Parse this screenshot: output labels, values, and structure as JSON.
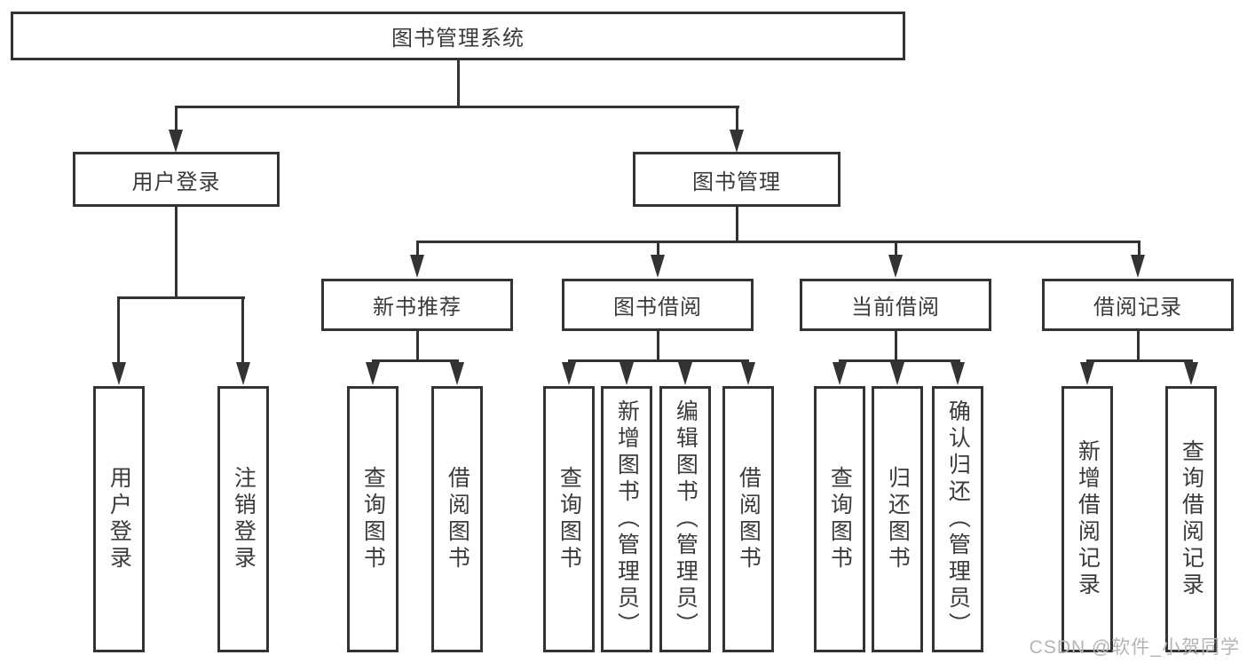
{
  "tree": {
    "root": {
      "label": "图书管理系统"
    },
    "branches": [
      {
        "label": "用户登录",
        "children": [
          {
            "label": "用户登录"
          },
          {
            "label": "注销登录"
          }
        ]
      },
      {
        "label": "图书管理",
        "children": [
          {
            "label": "新书推荐",
            "children": [
              {
                "label": "查询图书"
              },
              {
                "label": "借阅图书"
              }
            ]
          },
          {
            "label": "图书借阅",
            "children": [
              {
                "label": "查询图书"
              },
              {
                "label": "新增图书（管理员）"
              },
              {
                "label": "编辑图书（管理员）"
              },
              {
                "label": "借阅图书"
              }
            ]
          },
          {
            "label": "当前借阅",
            "children": [
              {
                "label": "查询图书"
              },
              {
                "label": "归还图书"
              },
              {
                "label": "确认归还（管理员）"
              }
            ]
          },
          {
            "label": "借阅记录",
            "children": [
              {
                "label": "新增借阅记录"
              },
              {
                "label": "查询借阅记录"
              }
            ]
          }
        ]
      }
    ]
  },
  "watermark": {
    "text": "CSDN @软件_小贺同学"
  },
  "colors": {
    "line": "#333333",
    "text": "#3b3b3b",
    "watermark": "#b4b4b4",
    "background": "#ffffff"
  }
}
